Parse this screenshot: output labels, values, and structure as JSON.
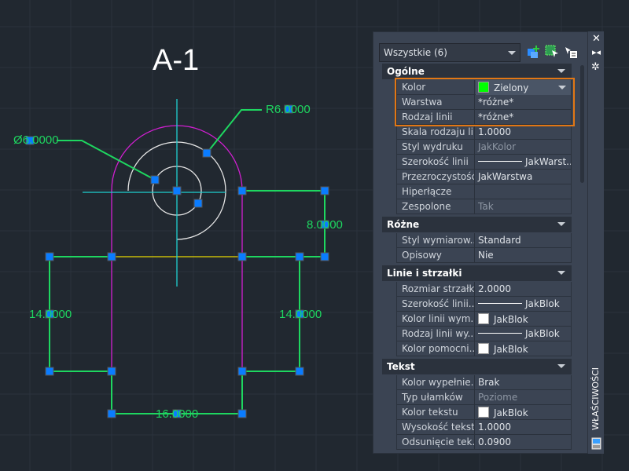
{
  "drawing": {
    "title": "A-1",
    "dims": {
      "dia": "Ø6.0000",
      "rad": "R6.0000",
      "d8": "8.0000",
      "d14l": "14.0000",
      "d14r": "14.0000",
      "d16": "16.0000"
    }
  },
  "panel": {
    "selector": "Wszystkie (6)",
    "toolbar_icons": [
      "quick-select-icon",
      "select-objects-icon",
      "toggle-pickadd-icon"
    ],
    "side_icons": [
      "close-icon",
      "auto-hide-icon",
      "settings-icon",
      "properties-icon"
    ],
    "vertical_title": "WŁAŚCIWOŚCI",
    "accent": "#e27714",
    "sections": [
      {
        "title": "Ogólne",
        "rows": [
          {
            "label": "Kolor",
            "value": "Zielony",
            "swatch": "#00ff00",
            "dropdown": true
          },
          {
            "label": "Warstwa",
            "value": "*różne*"
          },
          {
            "label": "Rodzaj linii",
            "value": "*różne*"
          },
          {
            "label": "Skala rodzaju li...",
            "value": "1.0000"
          },
          {
            "label": "Styl wydruku",
            "value": "JakKolor",
            "dim": true
          },
          {
            "label": "Szerokość linii",
            "value": "JakWarst...",
            "line": true
          },
          {
            "label": "Przezroczystość",
            "value": "JakWarstwa"
          },
          {
            "label": "Hiperłącze",
            "value": ""
          },
          {
            "label": "Zespolone",
            "value": "Tak",
            "dim": true
          }
        ]
      },
      {
        "title": "Różne",
        "rows": [
          {
            "label": "Styl wymiarow...",
            "value": "Standard"
          },
          {
            "label": "Opisowy",
            "value": "Nie"
          }
        ]
      },
      {
        "title": "Linie i strzałki",
        "rows": [
          {
            "label": "Rozmiar strzałki",
            "value": "2.0000"
          },
          {
            "label": "Szerokość linii...",
            "value": "JakBlok",
            "line": true
          },
          {
            "label": "Kolor linii wym...",
            "value": "JakBlok",
            "swatch": "#ffffff"
          },
          {
            "label": "Rodzaj linii wy...",
            "value": "JakBlok",
            "line": true
          },
          {
            "label": "Kolor pomocni...",
            "value": "JakBlok",
            "swatch": "#ffffff"
          }
        ]
      },
      {
        "title": "Tekst",
        "rows": [
          {
            "label": "Kolor wypełnie...",
            "value": "Brak"
          },
          {
            "label": "Typ ułamków",
            "value": "Poziome",
            "dim": true
          },
          {
            "label": "Kolor tekstu",
            "value": "JakBlok",
            "swatch": "#ffffff"
          },
          {
            "label": "Wysokość tekstu",
            "value": "1.0000"
          },
          {
            "label": "Odsunięcie tek...",
            "value": "0.0900"
          }
        ]
      }
    ]
  }
}
